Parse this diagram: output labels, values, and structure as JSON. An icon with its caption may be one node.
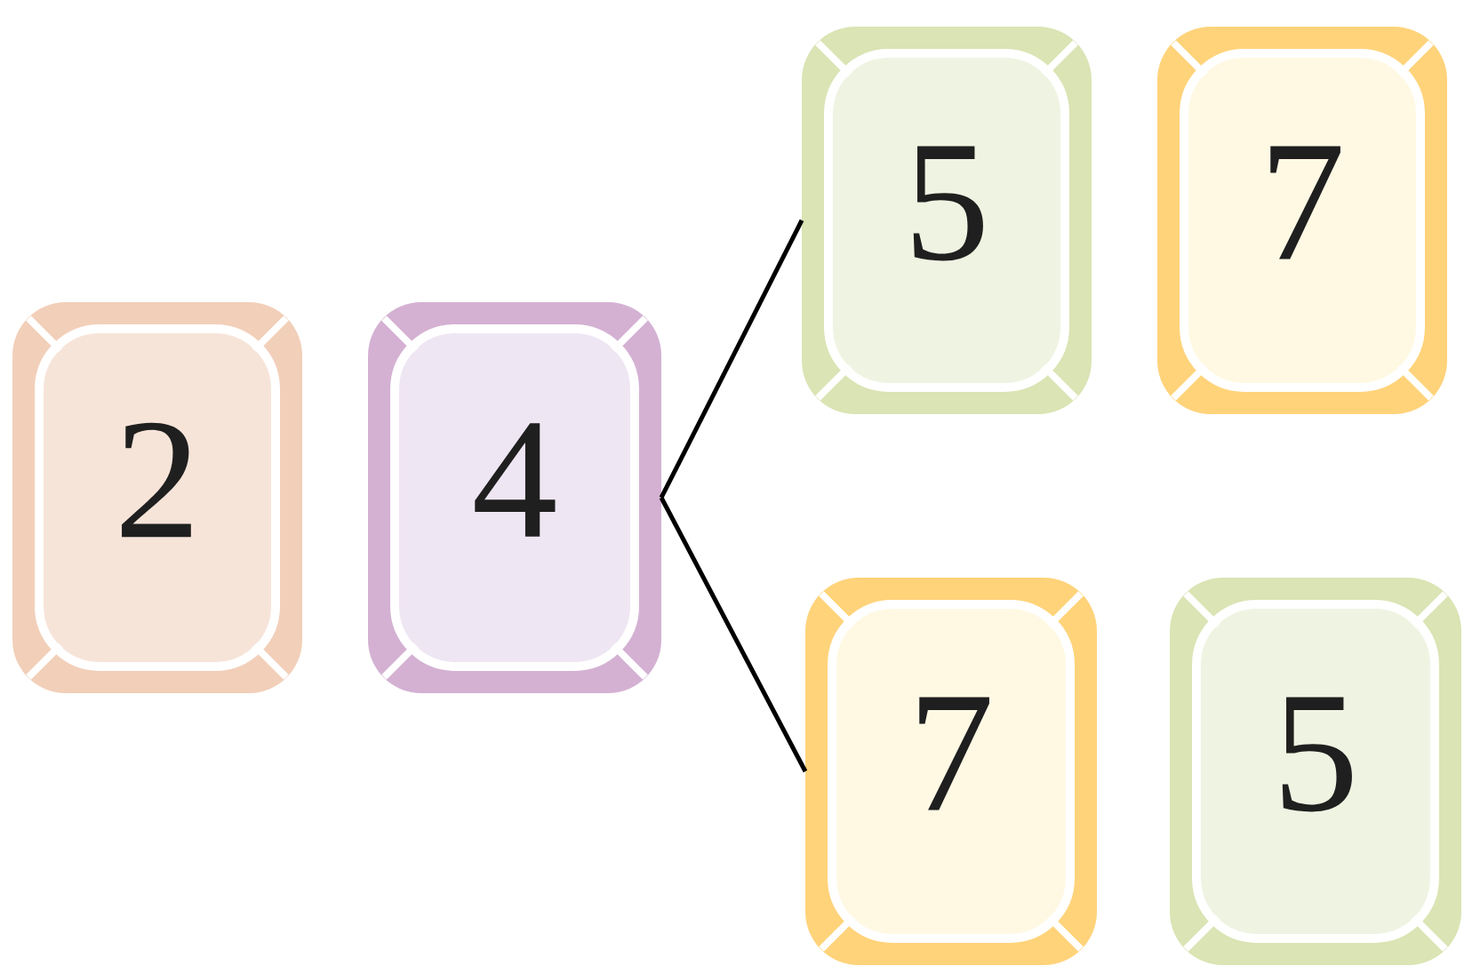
{
  "diagram": {
    "nodes": [
      {
        "text": [
          "2"
        ]
      },
      {
        "text": [
          "4"
        ]
      },
      {
        "text": [
          "5"
        ]
      },
      {
        "text": [
          "7"
        ]
      },
      {
        "text": [
          "7"
        ]
      },
      {
        "text": [
          "5"
        ]
      }
    ],
    "edges": [
      {
        "from": 1,
        "to": 2,
        "arrow": "none"
      },
      {
        "from": 1,
        "to": 4,
        "arrow": "none"
      }
    ]
  }
}
